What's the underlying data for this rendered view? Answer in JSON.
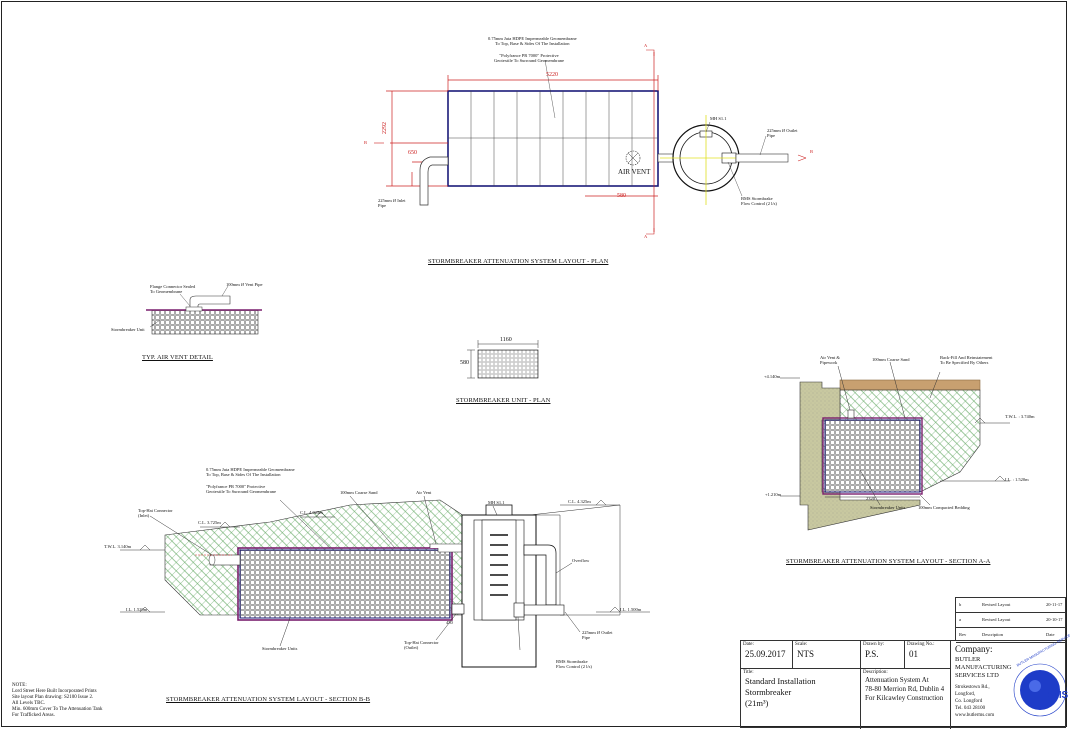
{
  "plan": {
    "title": "STORMBREAKER ATTENUATION SYSTEM LAYOUT - PLAN",
    "note_geomembrane": [
      "0.75mm Juta HDPE Impermeable Geomembrane",
      "To Top, Base & Sides Of The Installation"
    ],
    "note_geotextile": [
      "\"Polyfrance PR 7000\" Protective",
      "Geotextile To Surround Geomembrane"
    ],
    "dim_length": "5220",
    "dim_width": "2292",
    "dim_inlet": "650",
    "dim_outlet": "580",
    "air_vent": "AIR VENT",
    "mh_label": "MH S1.1",
    "outlet_pipe": [
      "225mm Ø Outlet",
      "Pipe"
    ],
    "inlet_pipe": [
      "225mm Ø Inlet",
      "Pipe"
    ],
    "flow_control": [
      "BMS Stormbrake",
      "Flow Control (2 l/s)"
    ],
    "section_a": "A",
    "section_b": "B"
  },
  "air_vent_detail": {
    "title": "TYP. AIR VENT DETAIL",
    "flange": [
      "Flange Connector Sealed",
      "To Geomembrane"
    ],
    "vent_pipe": "100mm Ø Vent Pipe",
    "unit": "Stormbreaker Unit"
  },
  "unit_plan": {
    "title": "STORMBREAKER UNIT - PLAN",
    "dim_length": "1160",
    "dim_width": "580"
  },
  "section_aa": {
    "title": "STORMBREAKER ATTENUATION SYSTEM LAYOUT - SECTION A-A",
    "air_vent": [
      "Air Vent &",
      "Pipework"
    ],
    "sand": "100mm Coarse Sand",
    "backfill": [
      "Back-Fill And Reinstatement",
      "To Be Specified By Others"
    ],
    "gl_top": "+4.140m",
    "twl": "T.W.L. : 3.740m",
    "il": "I.L. : 1.520m",
    "gl_bottom": "+1.210m",
    "dim": "2320",
    "units": "Stormbreaker Units",
    "bedding": "100mm Compacted Bedding"
  },
  "section_bb": {
    "title": "STORMBREAKER ATTENUATION SYSTEM LAYOUT - SECTION B-B",
    "note_geomembrane": [
      "0.75mm Juta HDPE Impermeable Geomembrane",
      "To Top, Base & Sides Of The Installation"
    ],
    "note_geotextile": [
      "\"Polyfrance PR 7000\" Protective",
      "Geotextile To Surround Geomembrane"
    ],
    "sand": "100mm Coarse Sand",
    "air_vent": "Air Vent",
    "mh": "MH S1.1",
    "cl_right": "C.L. 4.325m",
    "cl_mid": "C.L. 4.025m",
    "cl_left": "C.L. 3.725m",
    "twl": "T.W.L. 3.140m",
    "il_left": "I.L. 1.520m",
    "il_right": "I.L. 1.500m",
    "tophat_inlet": [
      "Top-Hat Connector",
      "(Inlet)"
    ],
    "tophat_outlet": [
      "Top-Hat Connector",
      "(Outlet)"
    ],
    "overflow": "Overflow",
    "outlet_pipe": [
      "225mm Ø Outlet",
      "Pipe"
    ],
    "flow_control": [
      "BMS Stormbrake",
      "Flow Control (2 l/s)"
    ],
    "units": "Stormbreaker Units",
    "dim_small": "450"
  },
  "note": {
    "heading": "NOTE:",
    "lines": [
      "Lord Street Here Built Incorporated Prints",
      "Site layout Plan drawing: S2100 Issue 2.",
      "All Levels TBC.",
      "Min. 600mm Cover To The Attenuation Tank",
      "For Trafficked Areas."
    ]
  },
  "revisions": [
    {
      "id": "b",
      "desc": "Revised Layout",
      "date": "20-11-17"
    },
    {
      "id": "a",
      "desc": "Revised Layout",
      "date": "20-10-17"
    },
    {
      "id": "Rev",
      "desc": "Description",
      "date": "Date"
    }
  ],
  "title_block": {
    "date_label": "Date:",
    "date": "25.09.2017",
    "scale_label": "Scale:",
    "scale": "NTS",
    "drawn_label": "Drawn by:",
    "drawn": "P.S.",
    "drawing_label": "Drawing No.:",
    "drawing": "01",
    "title_label": "Title:",
    "title_lines": [
      "Standard Installation",
      "Stormbreaker",
      "(21m³)"
    ],
    "desc_label": "Description:",
    "desc_lines": [
      "Attenuation System At",
      "78-80 Merrion Rd, Dublin 4",
      "For Kilcawley Construction"
    ],
    "company_label": "Company:",
    "company_lines": [
      "BUTLER",
      "MANUFACTURING",
      "SERVICES LTD"
    ],
    "address_lines": [
      "Strokestown Rd.,",
      "Longford,",
      "Co. Longford",
      "Tel. 043 28100",
      "www.butlerms.com"
    ],
    "logo_text": "BMS",
    "logo_ring": "BUTLER MANUFACTURING SERVICES LIMITED"
  },
  "colors": {
    "outline": "#1a1a7a",
    "hatch": "#5aa35a",
    "purple": "#7a1f6e",
    "red_dim": "#cc2020",
    "sand": "#c8a070",
    "logo_blue": "#1e3cc8"
  }
}
